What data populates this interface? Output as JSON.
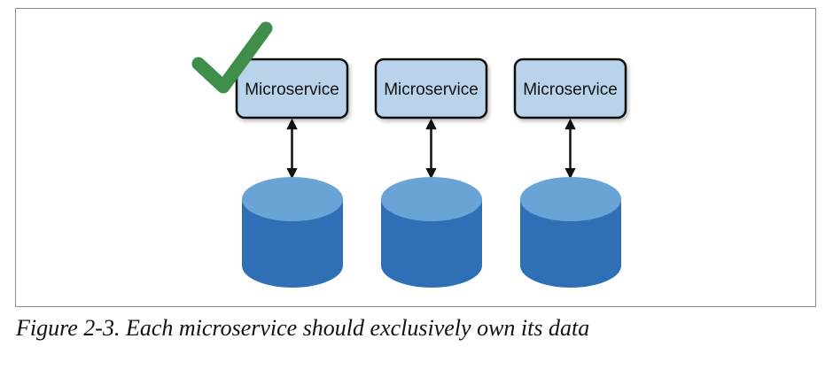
{
  "services": [
    {
      "label": "Microservice",
      "checked": true
    },
    {
      "label": "Microservice",
      "checked": false
    },
    {
      "label": "Microservice",
      "checked": false
    }
  ],
  "caption": "Figure 2-3. Each microservice should exclusively own its data",
  "colors": {
    "service_fill": "#b9d3ea",
    "service_stroke": "#111111",
    "database_body": "#2f6fb6",
    "database_top": "#6aa3d6",
    "checkmark": "#3f8f4a",
    "arrow": "#111111"
  }
}
